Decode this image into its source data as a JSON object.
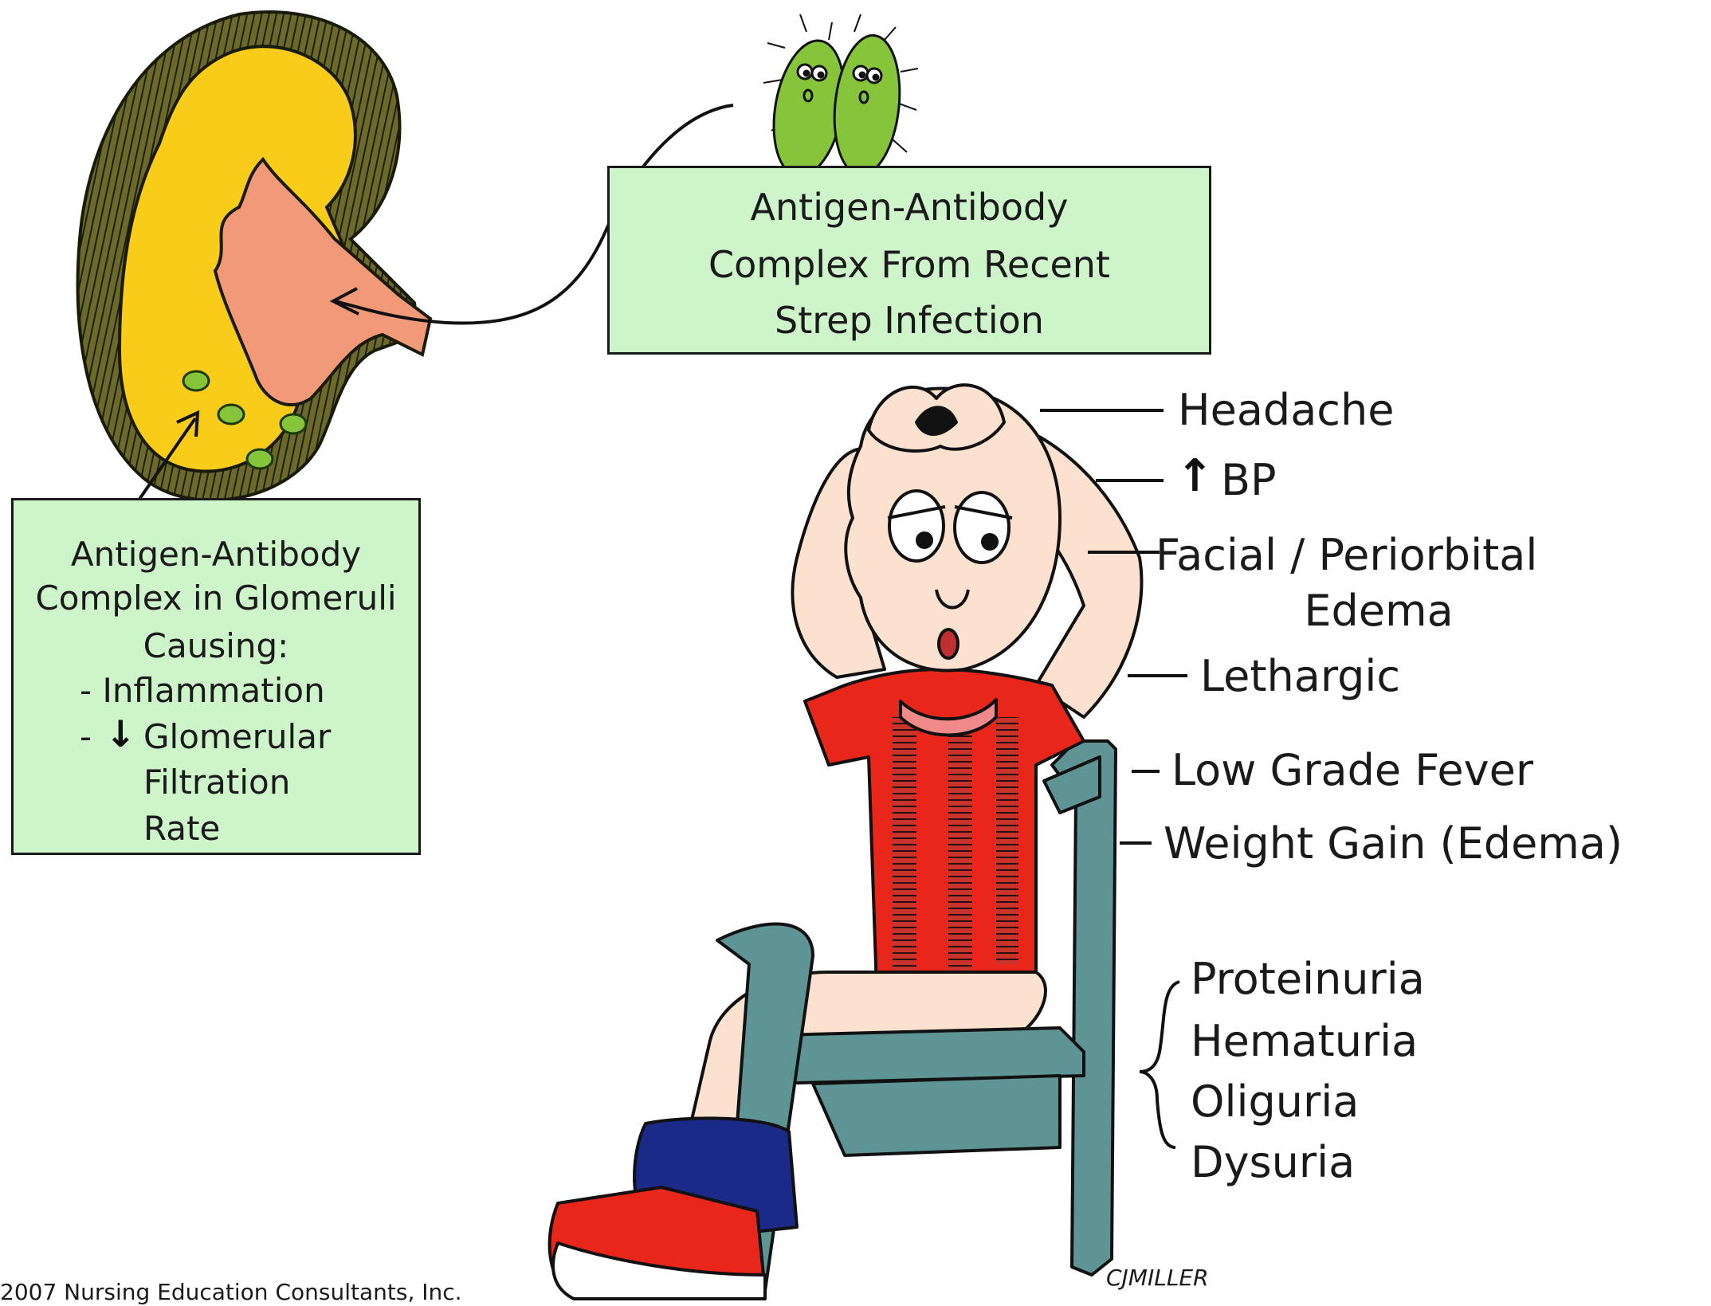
{
  "colors": {
    "box_fill": "#cdf5c9",
    "kidney_cortex": "#4a4a1e",
    "kidney_medulla": "#f8cc18",
    "kidney_pelvis": "#f29a78",
    "bacteria": "#86c43a",
    "shirt": "#e8261a",
    "chair": "#5f9494",
    "skin": "#fde1cf",
    "socks": "#1a2a86",
    "shoes": "#e8261a"
  },
  "strep_box": {
    "lines": [
      "Antigen-Antibody",
      "Complex From Recent",
      "Strep Infection"
    ]
  },
  "glomeruli_box": {
    "line1": "Antigen-Antibody",
    "line2": "Complex in Glomeruli",
    "line3": "Causing:",
    "item1": "- Inflammation",
    "item2_dash": "-",
    "item2_arrow": "down-arrow-icon",
    "item2_line1": "Glomerular",
    "item2_line2": "Filtration",
    "item2_line3": "Rate"
  },
  "symptoms": {
    "headache": "Headache",
    "bp_arrow": "up-arrow-icon",
    "bp": "BP",
    "facial_line1": "Facial / Periorbital",
    "facial_line2": "Edema",
    "lethargic": "Lethargic",
    "fever": "Low Grade Fever",
    "weight": "Weight Gain (Edema)"
  },
  "urine_findings": [
    "Proteinuria",
    "Hematuria",
    "Oliguria",
    "Dysuria"
  ],
  "signature": "CJMILLER",
  "copyright": "2007 Nursing Education Consultants, Inc."
}
